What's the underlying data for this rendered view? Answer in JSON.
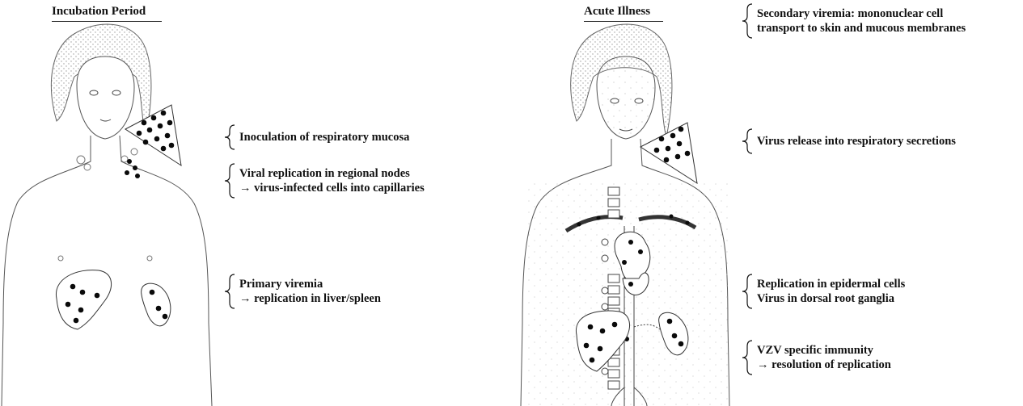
{
  "panels": [
    {
      "title": "Incubation Period",
      "annotations": [
        {
          "lines": [
            "Inoculation of respiratory mucosa"
          ]
        },
        {
          "lines": [
            "Viral replication in regional nodes",
            "→ virus-infected cells into capillaries"
          ]
        },
        {
          "lines": [
            "Primary viremia",
            "→ replication in liver/spleen"
          ]
        }
      ]
    },
    {
      "title": "Acute Illness",
      "annotations": [
        {
          "lines": [
            "Secondary viremia: mononuclear cell",
            "transport to skin and mucous membranes"
          ]
        },
        {
          "lines": [
            "Virus release into respiratory secretions"
          ]
        },
        {
          "lines": [
            "Replication in epidermal cells",
            "Virus in dorsal root ganglia"
          ]
        },
        {
          "lines": [
            "VZV specific immunity",
            "→ resolution of replication"
          ]
        }
      ]
    }
  ],
  "colors": {
    "ink": "#111111",
    "body_outline": "#555555",
    "hair_texture": "#9a9a9a",
    "dot": "#0a0a0a"
  },
  "icons": [
    "human-figure-icon",
    "liver-icon",
    "spleen-icon",
    "heart-icon",
    "spine-icon",
    "infected-cell-dots-icon"
  ]
}
